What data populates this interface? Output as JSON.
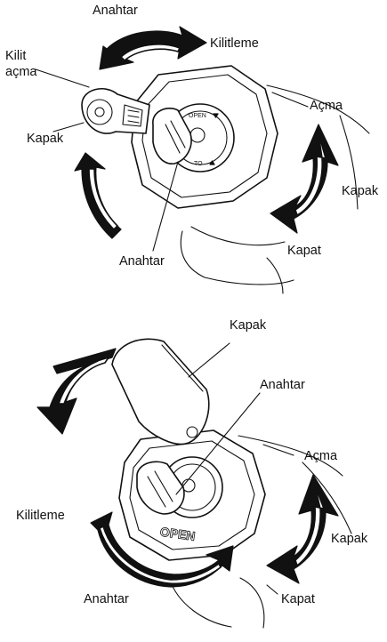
{
  "figure1": {
    "labels": {
      "key_top": "Anahtar",
      "lock": "Kilitleme",
      "unlock_line1": "Kilit",
      "unlock_line2": "açma",
      "cap_left": "Kapak",
      "open_right": "Açma",
      "cap_right": "Kapak",
      "close_right": "Kapat",
      "key_bottom": "Anahtar"
    },
    "dial_text": {
      "open": "OPEN",
      "close": "TO"
    }
  },
  "figure2": {
    "labels": {
      "cap_top": "Kapak",
      "key_pointer": "Anahtar",
      "open_right": "Açma",
      "lock_left": "Kilitleme",
      "cap_right": "Kapak",
      "key_bottom": "Anahtar",
      "close_right": "Kapat"
    },
    "embossed_text": "OPEN"
  }
}
